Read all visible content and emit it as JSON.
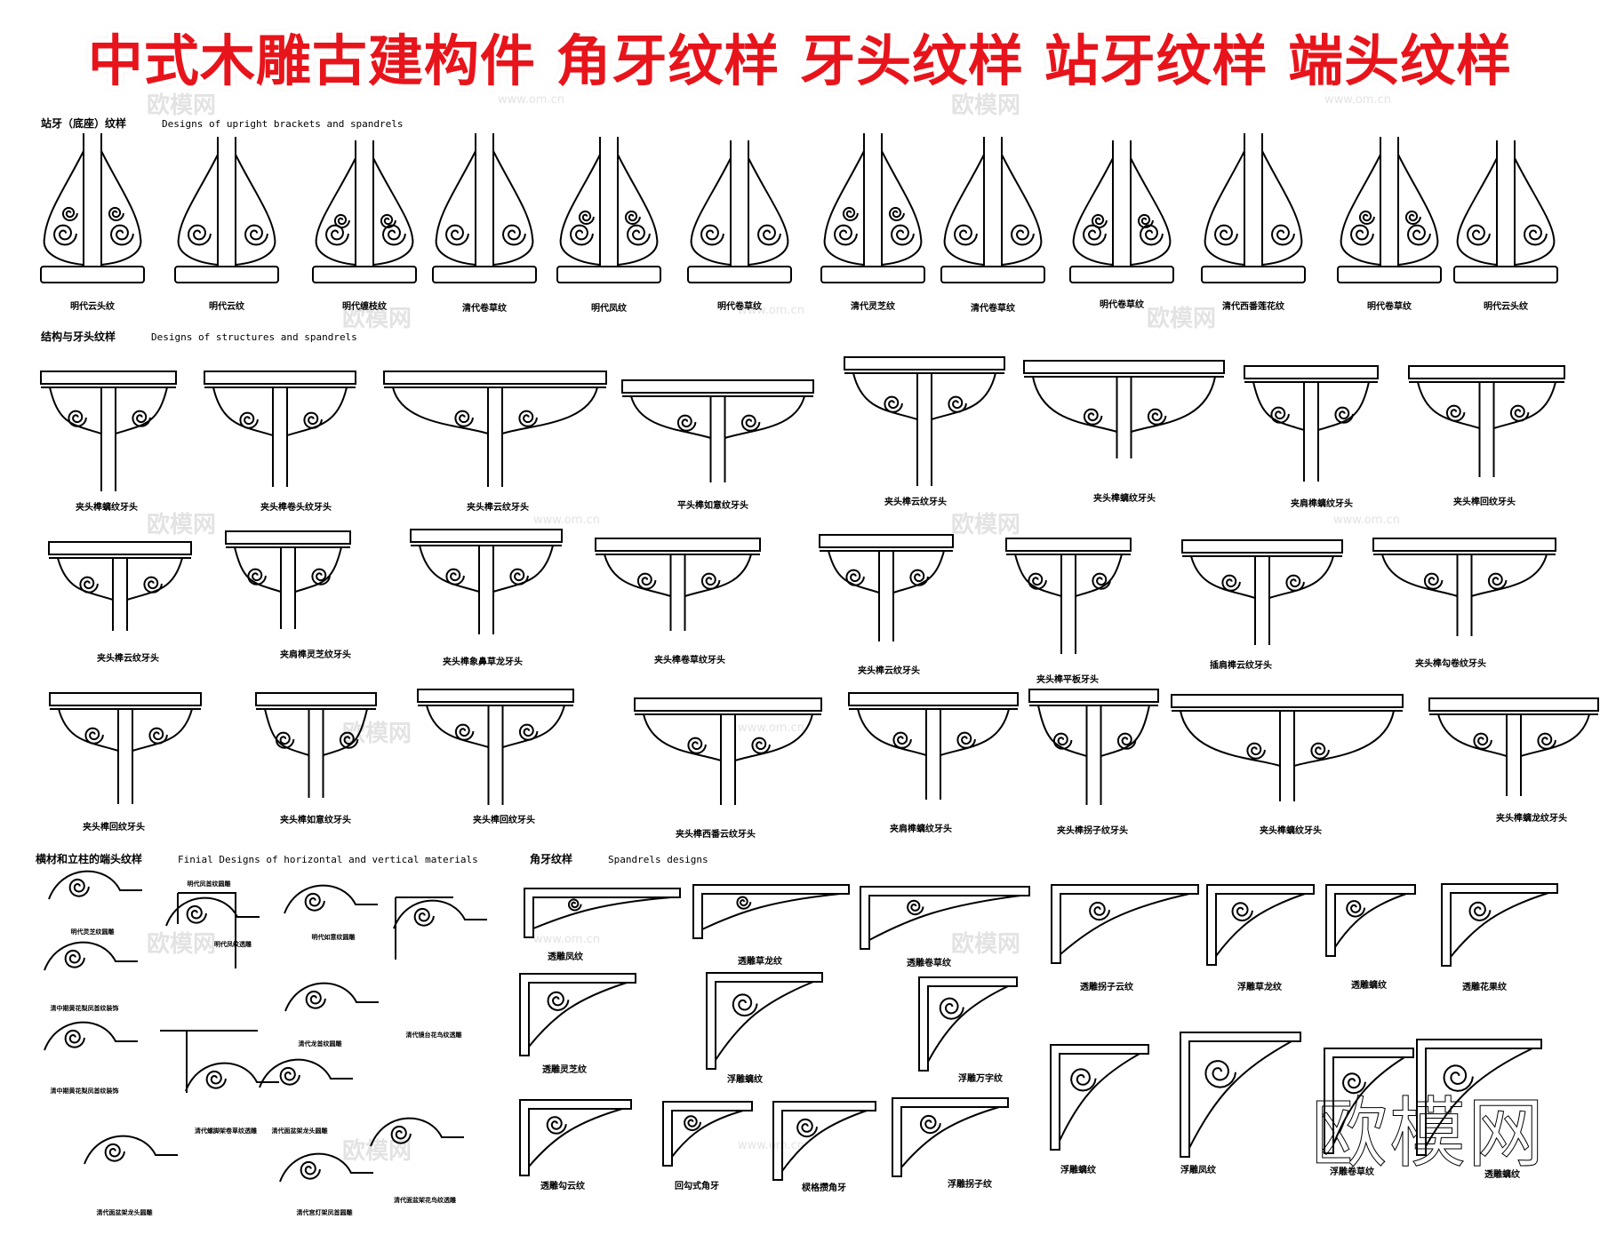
{
  "title": "中式木雕古建构件 角牙纹样 牙头纹样 站牙纹样 端头纹样",
  "watermark": {
    "text": "欧模网",
    "url": "www.om.cn"
  },
  "sections": {
    "zhanya": {
      "zh": "站牙（底座）纹样",
      "en": "Designs of upright brackets and spandrels"
    },
    "jiegou": {
      "zh": "结构与牙头纹样",
      "en": "Designs of structures and spandrels"
    },
    "duantou": {
      "zh": "横材和立柱的端头纹样",
      "en": "Finial Designs of horizontal and vertical materials"
    },
    "jiaoya": {
      "zh": "角牙纹样",
      "en": "Spandrels designs"
    }
  },
  "zhanya_items": [
    "明代云头纹",
    "明代云纹",
    "明代缠枝纹",
    "清代卷草纹",
    "明代凤纹",
    "明代卷草纹",
    "清代灵芝纹",
    "清代卷草纹",
    "明代卷草纹",
    "清代西番莲花纹",
    "明代卷草纹",
    "明代云头纹"
  ],
  "yatou_row1": [
    "夹头榫螭纹牙头",
    "夹头榫卷头纹牙头",
    "夹头榫云纹牙头",
    "平头榫如意纹牙头",
    "夹头榫云纹牙头",
    "夹头榫螭纹牙头",
    "夹肩榫螭纹牙头",
    "夹头榫回纹牙头"
  ],
  "yatou_row2": [
    "夹头榫云纹牙头",
    "夹肩榫灵芝纹牙头",
    "夹头榫象鼻草龙牙头",
    "夹头榫卷草纹牙头",
    "夹头榫云纹牙头",
    "夹头榫平板牙头",
    "插肩榫云纹牙头",
    "夹头榫勾卷纹牙头"
  ],
  "yatou_row3": [
    "夹头榫回纹牙头",
    "夹头榫如意纹牙头",
    "夹头榫回纹牙头",
    "夹头榫西番云纹牙头",
    "夹肩榫螭纹牙头",
    "夹头榫拐子纹牙头",
    "夹头榫螭纹牙头",
    "夹头榫螭龙纹牙头"
  ],
  "duantou_items": [
    "明代灵芝纹圆雕",
    "清中期黄花梨凤首纹装饰",
    "清中期黄花梨凤首纹装饰",
    "清代面盆架龙头圆雕",
    "明代凤首纹圆雕",
    "明代凤纹透雕",
    "明代如意纹圆雕",
    "清代龙首纹圆雕",
    "清代镜台花鸟纹透雕",
    "清代螺脚架卷草纹透雕",
    "清代面盆架龙头圆雕",
    "清代面盆架花鸟纹透雕",
    "清代宫灯架凤首圆雕"
  ],
  "jiaoya_items": [
    "透雕凤纹",
    "透雕草龙纹",
    "透雕卷草纹",
    "透雕拐子云纹",
    "浮雕草龙纹",
    "透雕螭纹",
    "透雕花果纹",
    "透雕灵芝纹",
    "浮雕螭纹",
    "浮雕万字纹",
    "透雕勾云纹",
    "回勾式角牙",
    "棂格攒角牙",
    "浮雕拐子纹",
    "浮雕螭纹",
    "浮雕凤纹",
    "浮雕卷草纹",
    "透雕螭纹"
  ]
}
